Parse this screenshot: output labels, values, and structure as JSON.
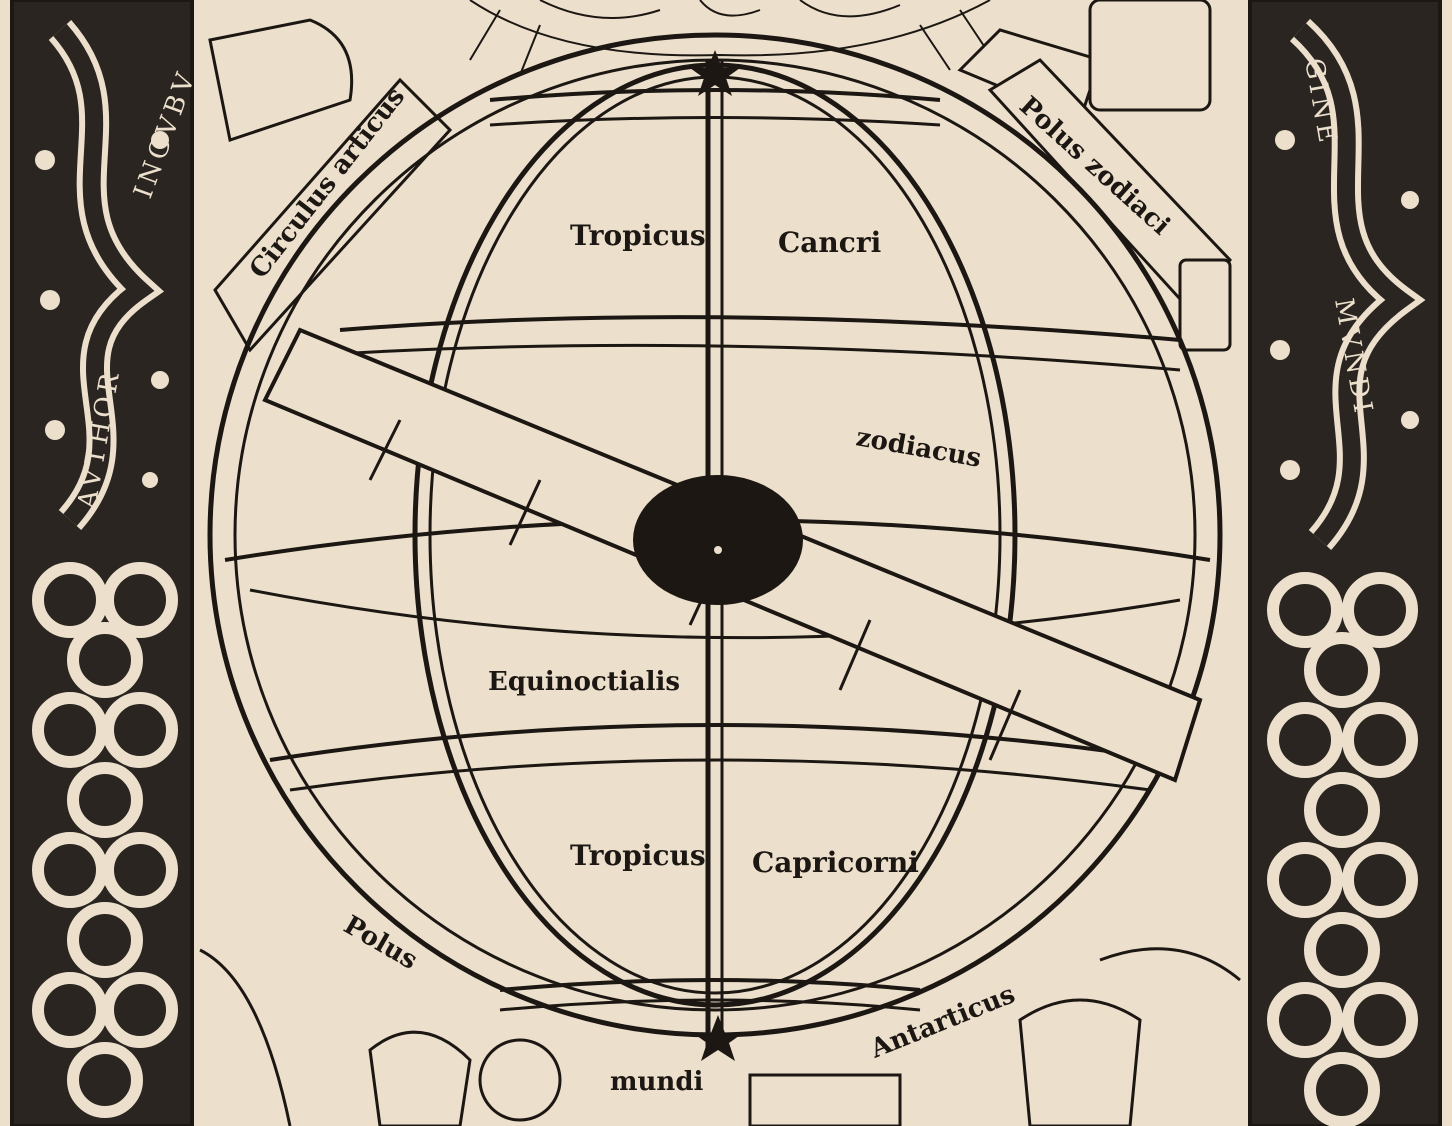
{
  "labels": {
    "circulus_arcticus": "Circulus articus",
    "polus_zodiaci": "Polus zodiaci",
    "tropicus_top": "Tropicus",
    "cancri": "Cancri",
    "zodiacus": "zodiacus",
    "equinoctialis": "Equinoctialis",
    "tropicus_bottom": "Tropicus",
    "capricorni": "Capricorni",
    "polus": "Polus",
    "antarticus": "Antarticus",
    "mundi": "mundi"
  },
  "border": {
    "left_upper": "INGVBV",
    "left_lower": "AVTHOR",
    "right_upper": "GINE",
    "right_lower": "MVNDI"
  },
  "colors": {
    "paper": "#ece0cd",
    "ink": "#1c1712",
    "border_dark": "#2a2520"
  }
}
